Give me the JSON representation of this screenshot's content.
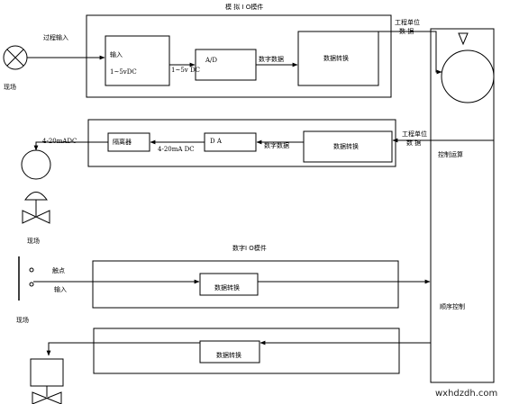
{
  "analog_io": {
    "title": "模 拟 I O模件",
    "input_label": "输入",
    "input_range": "1~5vDC",
    "range_between": "1~5v DC",
    "ad": "A/D",
    "digital_signal": "数字数据",
    "data_convert": "数据转换",
    "field_input_label": "过程输入",
    "field_label": "现场",
    "eng_unit_top": "工程单位",
    "eng_unit_top_sub": "数    据"
  },
  "analog_out": {
    "output_current_left": "4-20mADC",
    "isolator": "隔离器",
    "output_current_mid": "4-20mA DC",
    "da": "D A",
    "digital_signal": "数字数据",
    "data_convert": "数据转换",
    "eng_unit": "工程单位",
    "eng_unit_sub": "数    据",
    "field_label": "现场"
  },
  "controller": {
    "control_algo": "控制运算",
    "seq_control": "顺序控制"
  },
  "digital_io": {
    "title": "数字I O模件",
    "contact": "触点",
    "input": "输入",
    "data_convert_in": "数据转换",
    "data_convert_out": "数据转换",
    "field_label": "现场"
  },
  "watermark": "wxhdzdh.com"
}
